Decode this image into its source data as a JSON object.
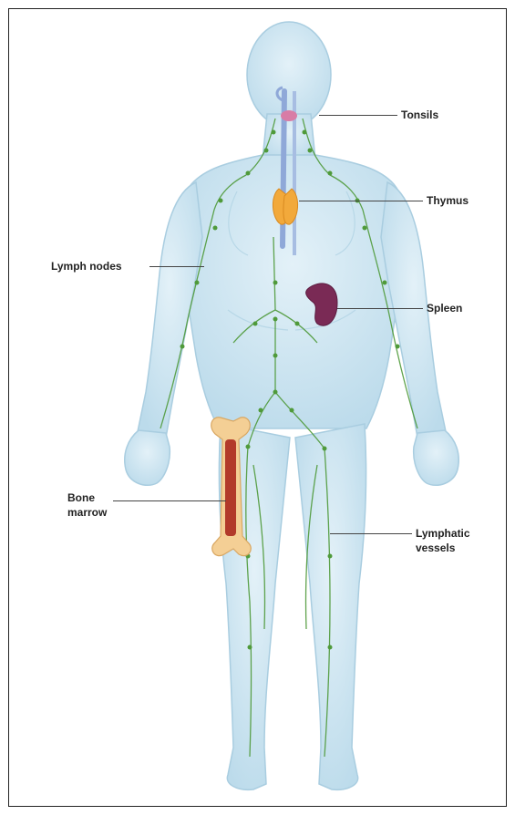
{
  "diagram": {
    "labels": {
      "tonsils": "Tonsils",
      "thymus": "Thymus",
      "lymph_nodes": "Lymph nodes",
      "spleen": "Spleen",
      "bone_marrow_line1": "Bone",
      "bone_marrow_line2": "marrow",
      "lymphatic_vessels_line1": "Lymphatic",
      "lymphatic_vessels_line2": "vessels"
    },
    "colors": {
      "body_fill": "#cfe6f2",
      "body_stroke": "#a9cde0",
      "lymph_green": "#4f9a3a",
      "thymus": "#f2a93b",
      "spleen": "#7a2a55",
      "bone": "#f4cf95",
      "marrow": "#b23a2a",
      "airway": "#8fa8d8"
    }
  }
}
